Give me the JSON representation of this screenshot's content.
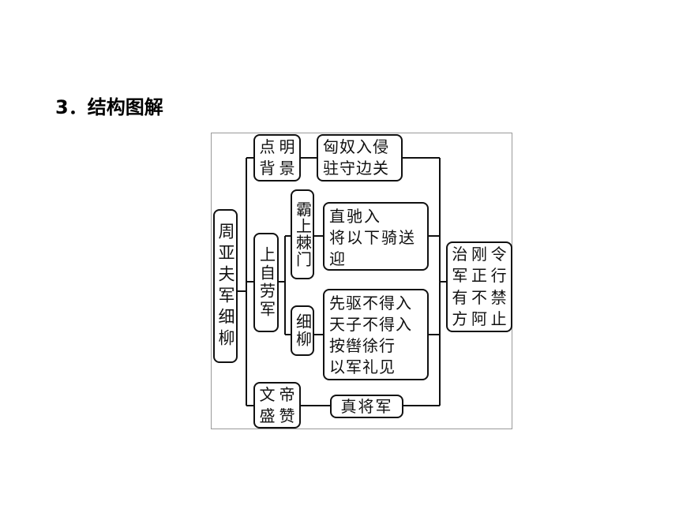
{
  "heading": "3．结构图解",
  "diagram": {
    "root": "周亚夫军细柳",
    "sections": {
      "background": {
        "label": [
          "点",
          "明",
          "背",
          "景"
        ],
        "detail": [
          "匈奴入侵",
          "驻守边关"
        ]
      },
      "visit": {
        "label": "上自劳军",
        "bashang": {
          "label": "霸上棘门",
          "detail": "直驰入\n将以下骑送\n迎"
        },
        "xiliu": {
          "label": "细柳",
          "detail": "先驱不得入\n天子不得入\n按辔徐行\n以军礼见"
        }
      },
      "praise": {
        "label": [
          "文",
          "帝",
          "盛",
          "赞"
        ],
        "detail": "真将军"
      }
    },
    "conclusion": [
      "治",
      "刚",
      "令",
      "军",
      "正",
      "行",
      "有",
      "不",
      "禁",
      "方",
      "阿",
      "止"
    ]
  }
}
